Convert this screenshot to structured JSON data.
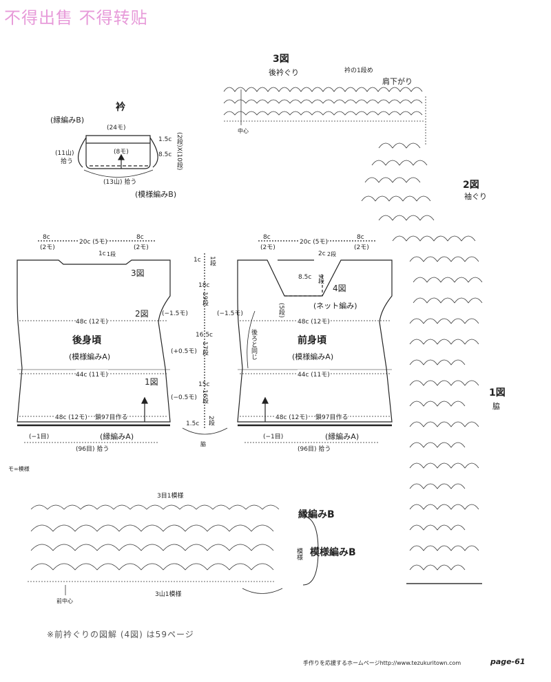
{
  "watermark": "不得出售 不得转贴",
  "collar": {
    "title": "衿",
    "edge_b": "(縁編みB)",
    "top_st": "(24モ)",
    "mid_st": "(8モ)",
    "h1": "1.5c",
    "h2": "8.5c",
    "rows": "(2段)X(10段)",
    "left_pick": "(11山)",
    "pick": "拾う",
    "bottom_pick": "(13山) 拾う",
    "pattern_b": "(模様編みB)"
  },
  "fig3": {
    "num": "3図",
    "name": "後衿ぐり",
    "row1": "衿の1段め",
    "shoulder": "肩下がり",
    "center": "中心"
  },
  "fig2": {
    "num": "2図",
    "name": "袖ぐり"
  },
  "fig1": {
    "num": "1図",
    "name": "脇"
  },
  "back": {
    "w8l": "8c",
    "w8l_st": "(2モ)",
    "w20": "20c (5モ)",
    "w8r": "8c",
    "w8r_st": "(2モ)",
    "neck_rows": "1c",
    "neck_row_st": "1段",
    "fig3": "3図",
    "fig2": "2図",
    "dec": "(−1.5モ)",
    "w48": "48c (12モ)",
    "title": "後身頃",
    "pattern": "(模様編みA)",
    "w44": "44c (11モ)",
    "fig1": "1図",
    "hem": "48c (12モ)",
    "chain": "鎖97目作る",
    "minus1": "(−1目)",
    "edge_a": "(縁編みA)",
    "pick": "(96目) 拾う"
  },
  "mid": {
    "h1": "1c",
    "r1": "1段",
    "h18": "18c",
    "r19": "19段",
    "h165": "16.5c",
    "r17": "17段",
    "plus": "(+0.5モ)",
    "h15": "15c",
    "r16": "16段",
    "minus": "(−0.5モ)",
    "h15b": "1.5c",
    "r2": "2段",
    "waki": "脇"
  },
  "front": {
    "w8l": "8c",
    "w8l_st": "(2モ)",
    "w20": "20c (5モ)",
    "w8r": "8c",
    "w8r_st": "(2モ)",
    "neck2": "2c",
    "neck2r": "2段",
    "h85": "8.5c",
    "r9": "9段",
    "fig4": "4図",
    "net": "(ネット編み)",
    "rows": "(5段)",
    "same": "後ろと同じ",
    "dec": "(−1.5モ)",
    "w48": "48c (12モ)",
    "title": "前身頃",
    "pattern": "(模様編みA)",
    "w44": "44c (11モ)",
    "hem": "48c (12モ)",
    "chain": "鎖97目作る",
    "minus1": "(−1目)",
    "edge_a": "(縁編みA)",
    "pick": "(96目) 拾う"
  },
  "legend": "モ=模様",
  "chart": {
    "top_rep": "3目1模様",
    "edge_b": "縁編みB",
    "pattern_b": "模様編みB",
    "bottom_rep": "3山1模様",
    "center": "前中心",
    "pattern_side": "模様"
  },
  "note": "※前衿ぐりの図解 (4図) は59ページ",
  "footer": {
    "site": "手作りを応援するホームページhttp://www.tezukuritown.com",
    "page": "page-61"
  }
}
